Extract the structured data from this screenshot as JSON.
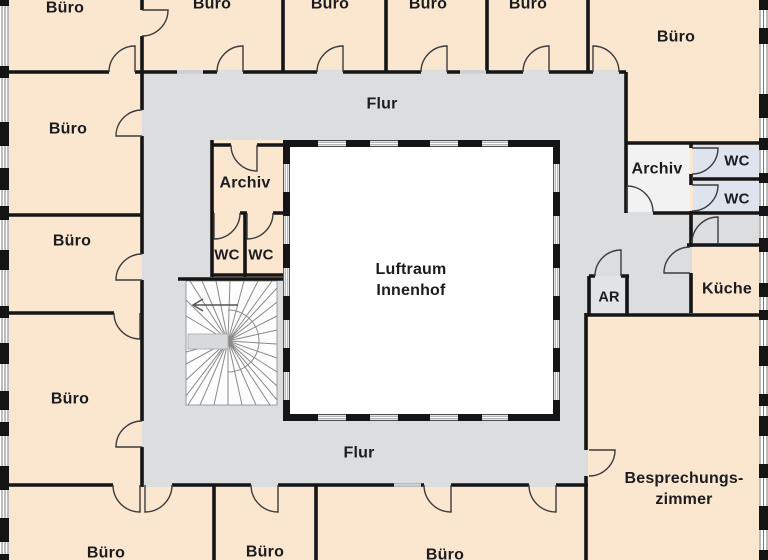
{
  "meta": {
    "title": "Grundriss Bürogebäude",
    "language": "de",
    "type": "floor-plan"
  },
  "colors": {
    "room_fill": "#fbe6d0",
    "corridor_fill": "#dcddde",
    "wc_fill": "#dde4ee",
    "archiv_right_fill": "#f2f2f3",
    "storage_fill": "#e2e3e5",
    "courtyard_fill": "#ffffff",
    "stairs_fill": "#fdfdfd",
    "wall": "#151515"
  },
  "rooms": [
    {
      "id": "buero-top-1",
      "label": "Büro"
    },
    {
      "id": "buero-top-2",
      "label": "Büro"
    },
    {
      "id": "buero-top-3",
      "label": "Büro"
    },
    {
      "id": "buero-top-4",
      "label": "Büro"
    },
    {
      "id": "buero-top-5",
      "label": "Büro"
    },
    {
      "id": "buero-top-right",
      "label": "Büro"
    },
    {
      "id": "buero-left-1",
      "label": "Büro"
    },
    {
      "id": "buero-left-2",
      "label": "Büro"
    },
    {
      "id": "buero-left-3",
      "label": "Büro"
    },
    {
      "id": "buero-bottom-1",
      "label": "Büro"
    },
    {
      "id": "buero-bottom-2",
      "label": "Büro"
    },
    {
      "id": "buero-bottom-3",
      "label": "Büro"
    },
    {
      "id": "flur-top",
      "label": "Flur"
    },
    {
      "id": "flur-bottom",
      "label": "Flur"
    },
    {
      "id": "archiv-left",
      "label": "Archiv"
    },
    {
      "id": "wc-left-1",
      "label": "WC"
    },
    {
      "id": "wc-left-2",
      "label": "WC"
    },
    {
      "id": "archiv-right",
      "label": "Archiv"
    },
    {
      "id": "wc-right-1",
      "label": "WC"
    },
    {
      "id": "wc-right-2",
      "label": "WC"
    },
    {
      "id": "abstellraum",
      "label": "AR"
    },
    {
      "id": "kueche",
      "label": "Küche"
    },
    {
      "id": "luftraum-innenhof",
      "label": "Luftraum",
      "label2": "Innenhof"
    },
    {
      "id": "besprechungszimmer",
      "label": "Besprechungs-",
      "label2": "zimmer"
    }
  ]
}
